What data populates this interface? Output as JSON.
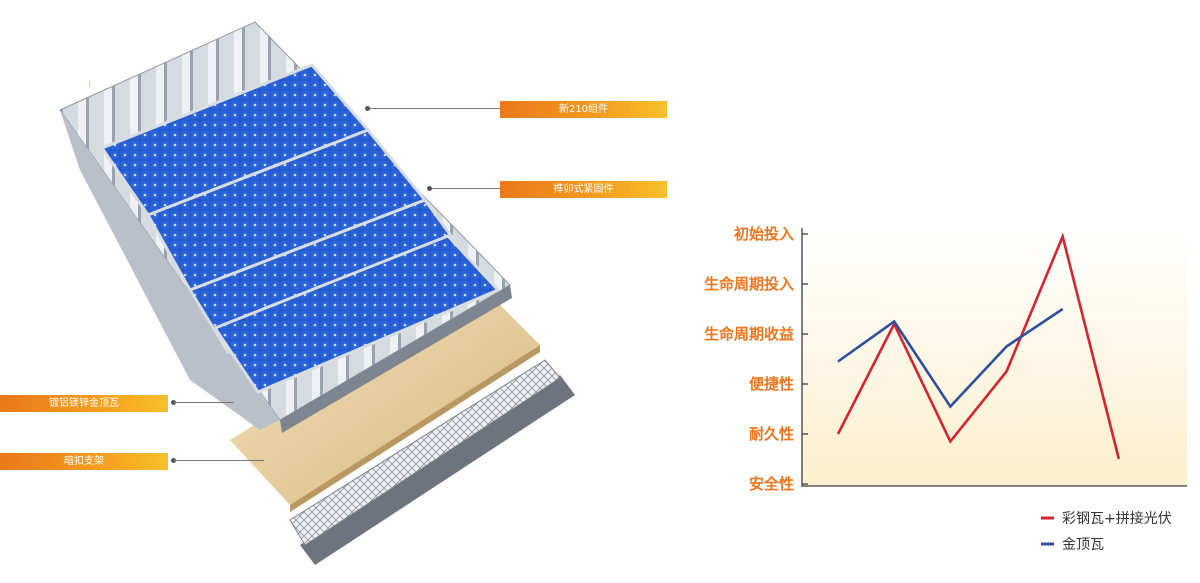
{
  "callouts": {
    "module": "新210组件",
    "fastener": "榫卯式紧固件",
    "roof_tile": "镀铝镁锌金顶瓦",
    "bracket": "暗扣支架"
  },
  "colors": {
    "accent_orange": "#f0761e",
    "series_red": "#d9232e",
    "series_blue": "#2d4f9e",
    "panel_blue": "#1f55c8"
  },
  "chart_data": {
    "type": "line",
    "categories": [
      "安全性",
      "耐久性",
      "便捷性",
      "生命周期收益",
      "生命周期投入",
      "初始投入"
    ],
    "x": [
      1,
      2,
      3,
      4,
      5,
      6,
      7
    ],
    "ylim": [
      0,
      5
    ],
    "series": [
      {
        "name": "彩钢瓦+拼接光伏",
        "color": "#d9232e",
        "values": [
          1.0,
          3.2,
          0.85,
          2.25,
          4.95,
          0.5
        ]
      },
      {
        "name": "金顶瓦",
        "color": "#2d4f9e",
        "values": [
          2.45,
          3.25,
          1.55,
          2.75,
          3.5
        ]
      }
    ],
    "legend_position": "bottom-right",
    "grid": false
  }
}
